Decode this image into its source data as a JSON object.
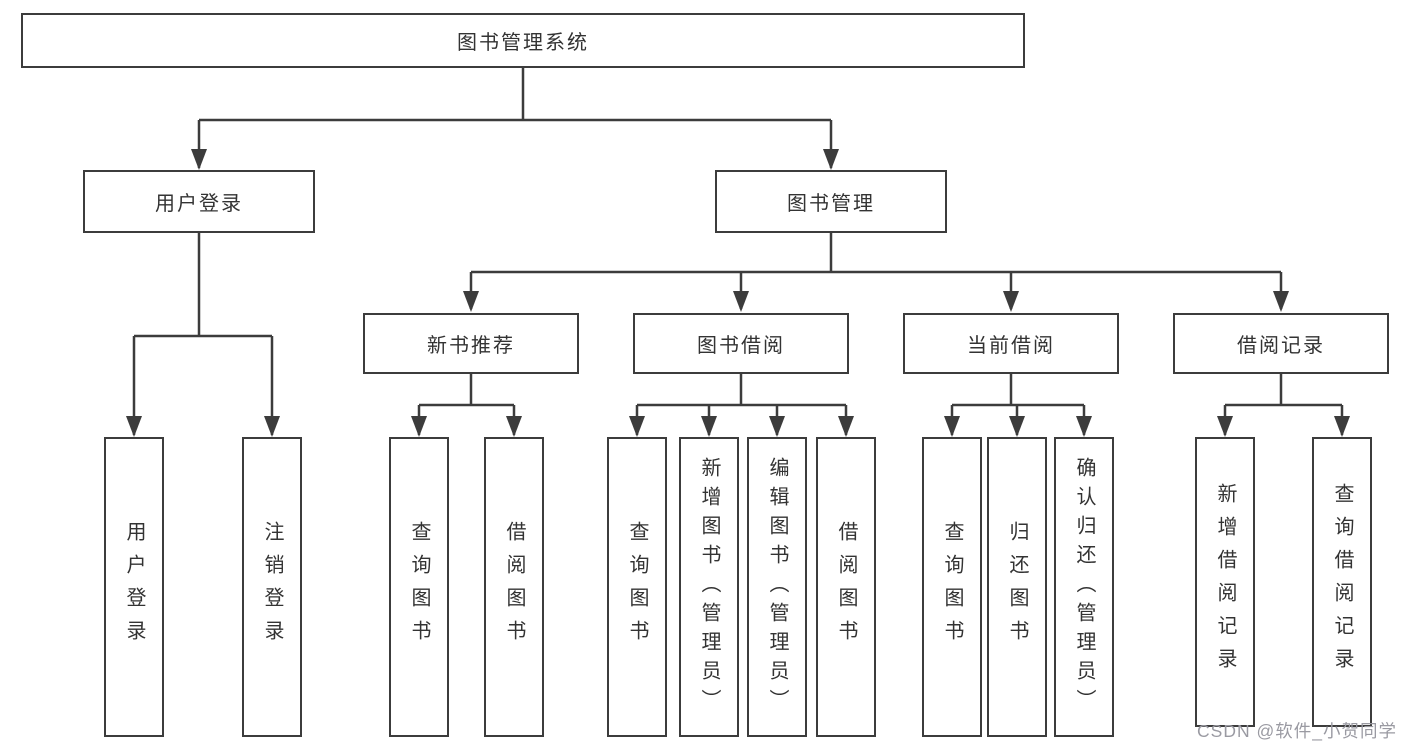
{
  "diagram": {
    "type": "hierarchy-tree",
    "nodes": {
      "root": "图书管理系统",
      "user_login": "用户登录",
      "book_management": "图书管理",
      "new_book_recommendation": "新书推荐",
      "book_borrowing": "图书借阅",
      "current_borrowing": "当前借阅",
      "borrowing_records": "借阅记录"
    },
    "leaves": {
      "user_login": "用户登录",
      "logout": "注销登录",
      "recommend_query": "查询图书",
      "recommend_borrow": "借阅图书",
      "borrow_query": "查询图书",
      "borrow_add": "新增图书（管理员）",
      "borrow_edit": "编辑图书（管理员）",
      "borrow_borrow": "借阅图书",
      "current_query": "查询图书",
      "current_return": "归还图书",
      "current_confirm": "确认归还（管理员）",
      "records_add": "新增借阅记录",
      "records_query": "查询借阅记录"
    },
    "edges": [
      [
        "root",
        "user_login"
      ],
      [
        "root",
        "book_management"
      ],
      [
        "user_login",
        "leaf:user_login"
      ],
      [
        "user_login",
        "leaf:logout"
      ],
      [
        "book_management",
        "new_book_recommendation"
      ],
      [
        "book_management",
        "book_borrowing"
      ],
      [
        "book_management",
        "current_borrowing"
      ],
      [
        "book_management",
        "borrowing_records"
      ],
      [
        "new_book_recommendation",
        "leaf:recommend_query"
      ],
      [
        "new_book_recommendation",
        "leaf:recommend_borrow"
      ],
      [
        "book_borrowing",
        "leaf:borrow_query"
      ],
      [
        "book_borrowing",
        "leaf:borrow_add"
      ],
      [
        "book_borrowing",
        "leaf:borrow_edit"
      ],
      [
        "book_borrowing",
        "leaf:borrow_borrow"
      ],
      [
        "current_borrowing",
        "leaf:current_query"
      ],
      [
        "current_borrowing",
        "leaf:current_return"
      ],
      [
        "current_borrowing",
        "leaf:current_confirm"
      ],
      [
        "borrowing_records",
        "leaf:records_add"
      ],
      [
        "borrowing_records",
        "leaf:records_query"
      ]
    ],
    "colors": {
      "line": "#3c3c3c",
      "box_border": "#3c3c3c",
      "text": "#333333",
      "background": "#ffffff",
      "watermark": "#9a9aa2"
    }
  },
  "watermark": {
    "text": "CSDN @软件_小贺同学"
  }
}
